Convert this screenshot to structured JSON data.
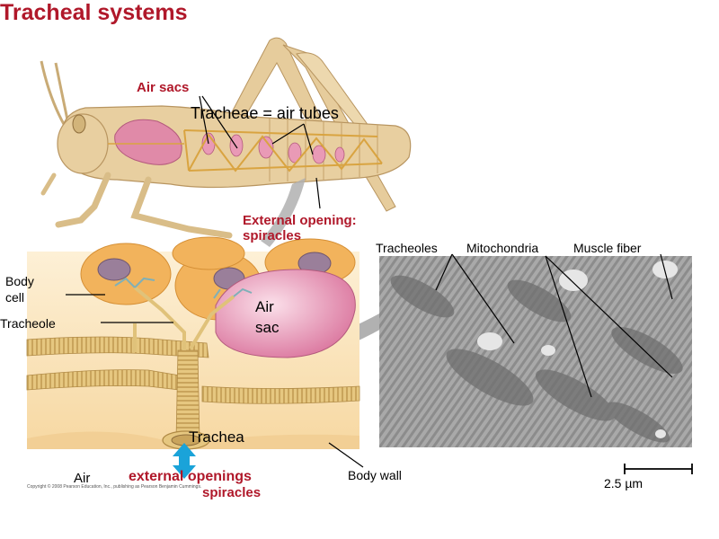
{
  "title": "Tracheal systems",
  "labels": {
    "air_sacs": "Air sacs",
    "tracheae": "Tracheae = air tubes",
    "external_opening": "External opening:",
    "spiracles_top": "spiracles",
    "body_cell": "Body\ncell",
    "tracheole": "Tracheole",
    "air_sac": "Air\nsac",
    "trachea": "Trachea",
    "air": "Air",
    "external_openings": "external openings",
    "spiracles_bottom": "spiracles",
    "body_wall": "Body wall",
    "tracheoles": "Tracheoles",
    "mitochondria": "Mitochondria",
    "muscle_fiber": "Muscle fiber",
    "scale": "2.5 µm"
  },
  "copyright": "Copyright © 2008 Pearson Education, Inc., publishing as Pearson Benjamin Cummings.",
  "colors": {
    "title_red": "#b0182a",
    "grasshopper_body": "#e8cfa0",
    "air_sac_pink": "#e08aa8",
    "trachea_tube": "#e0c27a",
    "body_cell": "#f2b35c",
    "tissue_background": "#fbe3b8",
    "arrow_gray": "#a8a8a8",
    "arrow_blue": "#1aa3d9"
  }
}
